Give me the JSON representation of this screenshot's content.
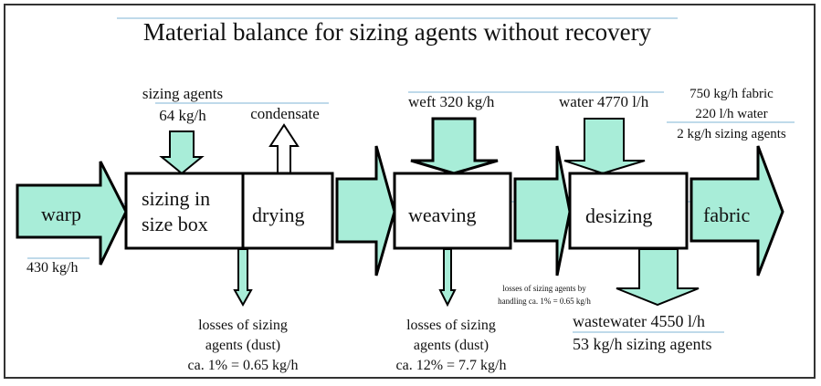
{
  "title": "Material balance for sizing agents without recovery",
  "colors": {
    "flow_fill": "#a8edd8",
    "outline": "#000000"
  },
  "inputs": {
    "sizing_agents_label": "sizing agents",
    "sizing_agents_amount": "64 kg/h",
    "condensate": "condensate",
    "warp": "warp",
    "warp_amount": "430 kg/h",
    "weft": "weft 320 kg/h",
    "water": "water 4770 l/h"
  },
  "processes": {
    "sizing_line1": "sizing in",
    "sizing_line2": "size box",
    "drying": "drying",
    "weaving": "weaving",
    "desizing": "desizing",
    "fabric": "fabric"
  },
  "output_fabric": [
    "750 kg/h fabric",
    "220 l/h water",
    "2 kg/h sizing agents"
  ],
  "losses": {
    "sizing": [
      "losses of sizing",
      "agents (dust)",
      "ca. 1% = 0.65 kg/h"
    ],
    "weaving": [
      "losses of sizing",
      "agents (dust)",
      "ca. 12% = 7.7 kg/h"
    ],
    "handling": [
      "losses of sizing agents by",
      "handling  ca. 1% = 0.65 kg/h"
    ]
  },
  "wastewater": [
    "wastewater 4550 l/h",
    "53 kg/h sizing agents"
  ]
}
